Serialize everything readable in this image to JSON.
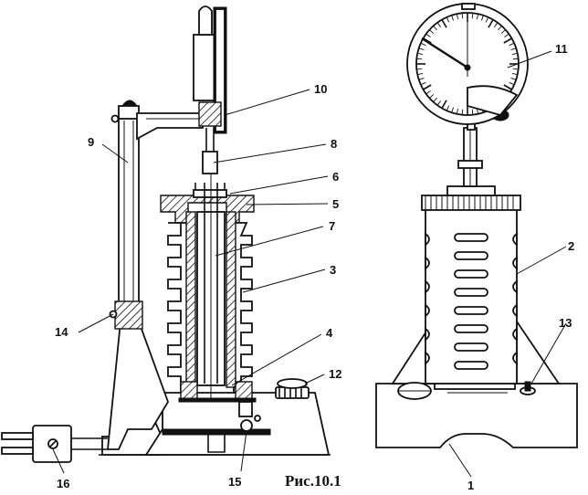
{
  "caption": "Рис.10.1",
  "callouts": [
    {
      "id": "1",
      "text": "1"
    },
    {
      "id": "2",
      "text": "2"
    },
    {
      "id": "3",
      "text": "3"
    },
    {
      "id": "4",
      "text": "4"
    },
    {
      "id": "5",
      "text": "5"
    },
    {
      "id": "6",
      "text": "6"
    },
    {
      "id": "7",
      "text": "7"
    },
    {
      "id": "8",
      "text": "8"
    },
    {
      "id": "9",
      "text": "9"
    },
    {
      "id": "10",
      "text": "10"
    },
    {
      "id": "11",
      "text": "11"
    },
    {
      "id": "12",
      "text": "12"
    },
    {
      "id": "13",
      "text": "13"
    },
    {
      "id": "14",
      "text": "14"
    },
    {
      "id": "15",
      "text": "15"
    },
    {
      "id": "16",
      "text": "16"
    }
  ]
}
